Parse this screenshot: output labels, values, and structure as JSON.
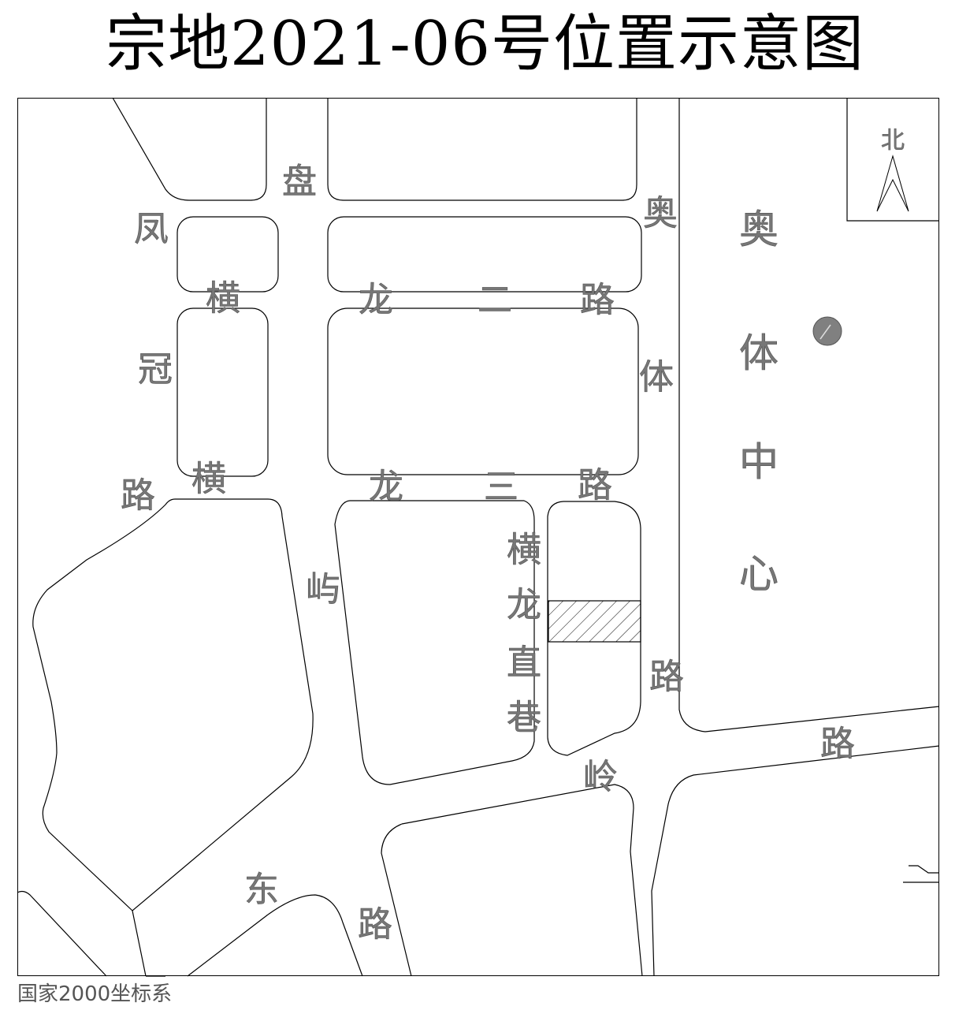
{
  "title": "宗地2021-06号位置示意图",
  "coordinate_system": "国家2000坐标系",
  "north_arrow": {
    "label": "北",
    "icon": "north-arrow-icon"
  },
  "roads": [
    {
      "name": "凤冠路",
      "chars": [
        "凤",
        "冠",
        "路"
      ]
    },
    {
      "name": "盘龙二路",
      "chars": [
        "盘",
        "龙",
        "二",
        "路"
      ]
    },
    {
      "name": "横龙二路/龙三路 横",
      "chars": [
        "横",
        "横"
      ]
    },
    {
      "name": "龙二路",
      "chars": [
        "龙",
        "二",
        "路"
      ]
    },
    {
      "name": "龙三路",
      "chars": [
        "龙",
        "三",
        "路"
      ]
    },
    {
      "name": "奥体路",
      "chars": [
        "奥",
        "体",
        "路"
      ]
    },
    {
      "name": "横龙直巷",
      "chars": [
        "横",
        "龙",
        "直",
        "巷"
      ]
    },
    {
      "name": "屿岭路",
      "chars": [
        "屿",
        "岭",
        "路"
      ]
    },
    {
      "name": "东路",
      "chars": [
        "东",
        "路"
      ]
    },
    {
      "name": "路",
      "chars": [
        "路"
      ]
    }
  ],
  "labels": {
    "feng": "凤",
    "guan": "冠",
    "lu_left": "路",
    "pan": "盘",
    "heng_1": "横",
    "heng_2": "横",
    "long_2": "龙",
    "er": "二",
    "lu_2": "路",
    "long_3": "龙",
    "san": "三",
    "lu_3": "路",
    "ao_road": "奥",
    "ti_road": "体",
    "lu_ao": "路",
    "heng_lane": "横",
    "long_lane": "龙",
    "zhi_lane": "直",
    "xiang_lane": "巷",
    "yu": "屿",
    "ling": "岭",
    "dong": "东",
    "lu_bottom": "路",
    "lu_east": "路"
  },
  "poi": {
    "name": "奥体中心",
    "chars": [
      "奥",
      "体",
      "中",
      "心"
    ],
    "marker_color": "#808080"
  },
  "parcel": {
    "id": "2021-06",
    "fill": "hatched"
  }
}
